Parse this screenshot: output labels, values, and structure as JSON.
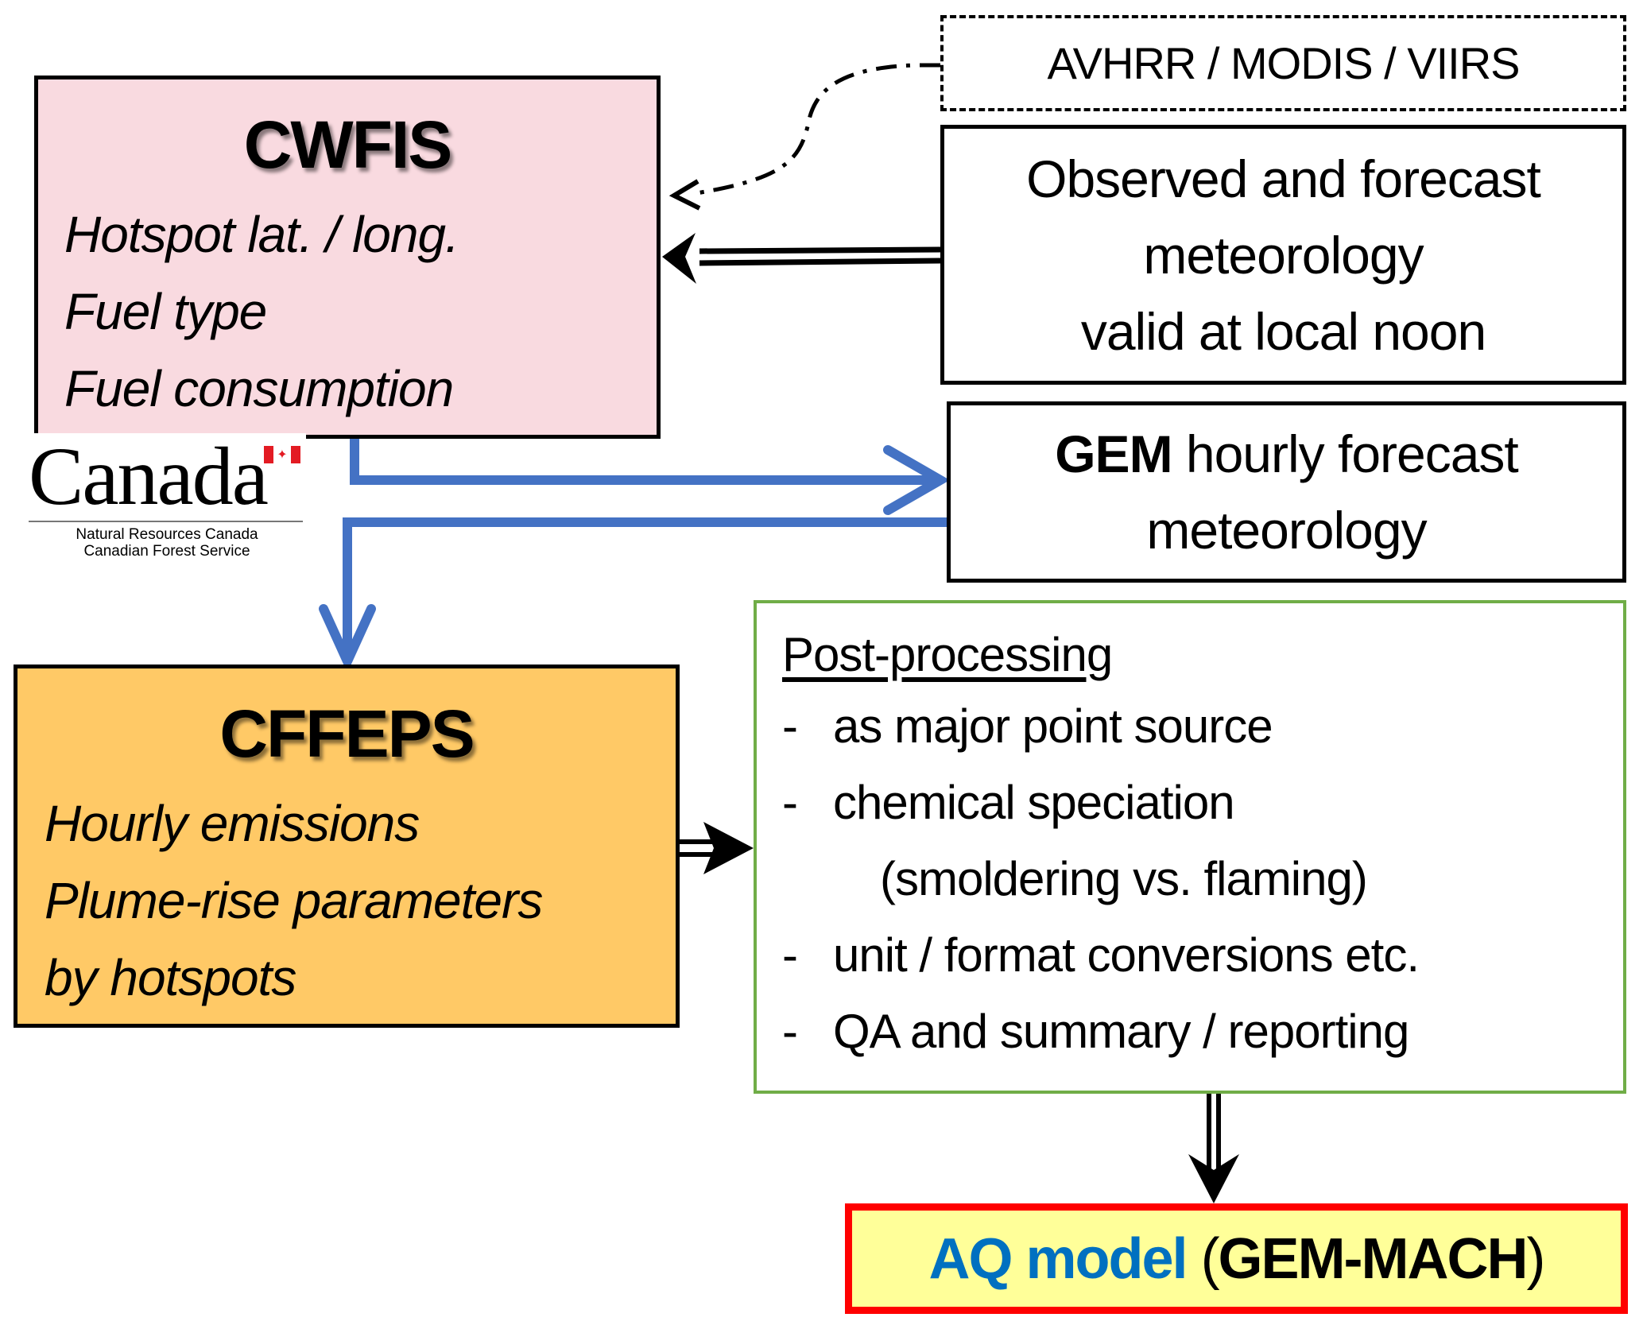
{
  "satellite_box": {
    "text": "AVHRR / MODIS / VIIRS",
    "border_style": "dashed"
  },
  "observed_met_box": {
    "lines": [
      "Observed and forecast",
      "meteorology",
      "valid at local noon"
    ]
  },
  "cwfis_box": {
    "title": "CWFIS",
    "items": [
      "Hotspot lat. / long.",
      "Fuel type",
      "Fuel consumption"
    ],
    "fill": "#F9DAE0"
  },
  "logo": {
    "wordmark": "Canada",
    "line1": "Natural Resources Canada",
    "line2": "Canadian Forest Service",
    "flag_color": "#E31B23"
  },
  "gem_box": {
    "bold_prefix": "GEM",
    "line1_rest": " hourly forecast",
    "line2": "meteorology"
  },
  "cffeps_box": {
    "title": "CFFEPS",
    "items": [
      "Hourly emissions",
      "Plume-rise parameters",
      "by hotspots"
    ],
    "fill": "#FFC966"
  },
  "postprocessing_box": {
    "heading": "Post-processing",
    "items": [
      {
        "bullet": "-",
        "text": "as major point source"
      },
      {
        "bullet": "-",
        "text": "chemical speciation"
      },
      {
        "bullet": "",
        "text": "(smoldering vs. flaming)"
      },
      {
        "bullet": "-",
        "text": "unit / format conversions etc."
      },
      {
        "bullet": "-",
        "text": "QA and summary / reporting"
      }
    ],
    "border_color": "#70AD47"
  },
  "aq_box": {
    "blue_text": "AQ model",
    "open_paren": "(",
    "black_text": "GEM-MACH",
    "close_paren": ")",
    "blue_color": "#0070C0",
    "border_color": "#FF0000",
    "fill": "#FFFF99"
  },
  "connectors": {
    "blue_color": "#4472C4",
    "edges": [
      {
        "from": "satellite_box",
        "to": "cwfis_box",
        "style": "dash-dot curved"
      },
      {
        "from": "observed_met_box",
        "to": "cwfis_box",
        "style": "double-line arrow"
      },
      {
        "from": "cwfis_box",
        "to": "gem_box",
        "style": "blue elbow arrow"
      },
      {
        "from": "gem_box",
        "to": "cffeps_box",
        "style": "blue elbow arrow"
      },
      {
        "from": "cffeps_box",
        "to": "postprocessing_box",
        "style": "double-line arrow"
      },
      {
        "from": "postprocessing_box",
        "to": "aq_box",
        "style": "double-line arrow"
      }
    ]
  }
}
